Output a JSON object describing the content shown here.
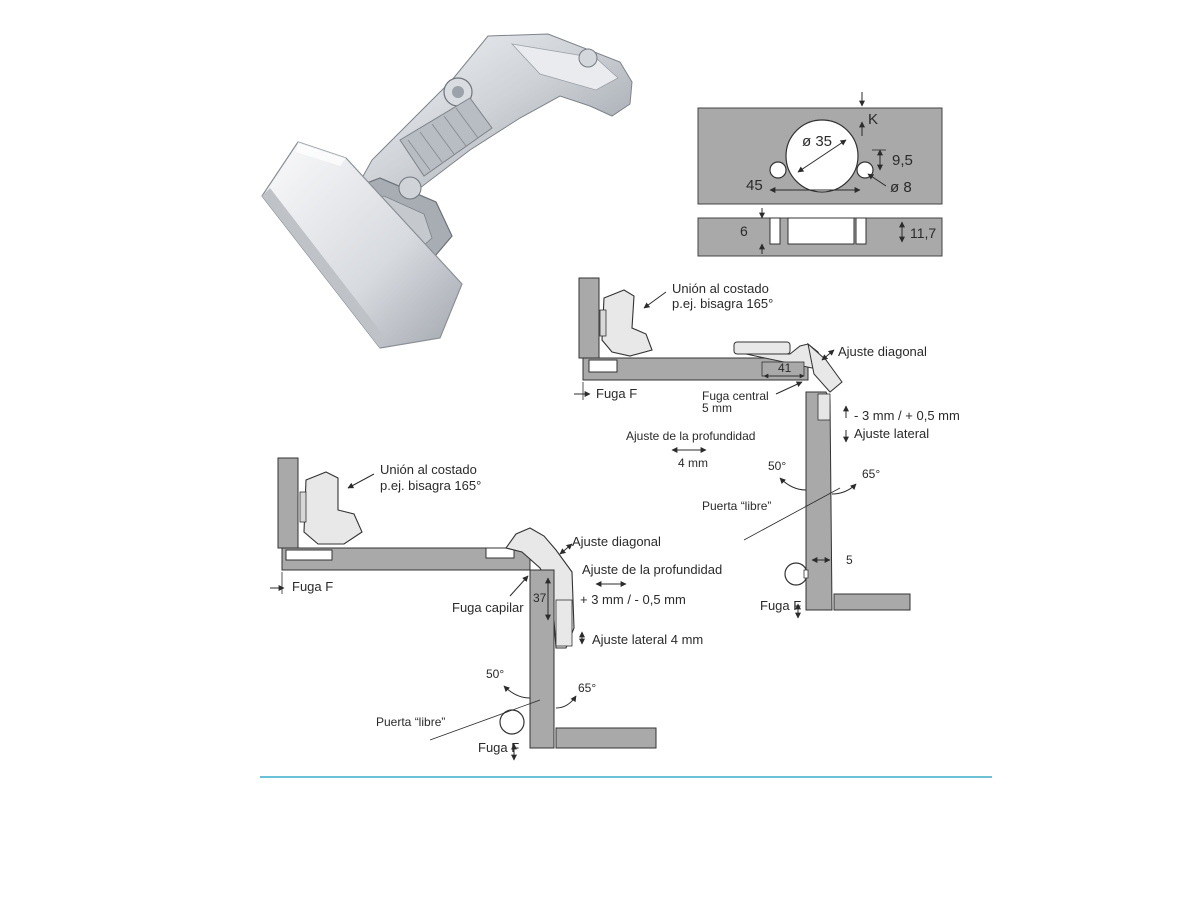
{
  "colors": {
    "panel": "#a9a9a9",
    "panel_dark": "#8e8e8e",
    "line": "#2b2b2b",
    "accent_rule": "#3aaec8",
    "metal_light": "#eef0f2",
    "metal_mid": "#c9cdd2",
    "metal_dark": "#8c9198"
  },
  "drilling": {
    "cup_diameter": "ø 35",
    "k_label": "K",
    "offset_45": "45",
    "height_9_5": "9,5",
    "hole_diameter": "ø 8",
    "depth_6": "6",
    "depth_11_7": "11,7"
  },
  "top_diagram": {
    "side_joint_line1": "Unión al costado",
    "side_joint_line2": "p.ej. bisagra 165°",
    "diagonal_adjust": "Ajuste diagonal",
    "dim_41": "41",
    "fuga_f": "Fuga F",
    "central_gap_line1": "Fuga central",
    "central_gap_line2": "5 mm",
    "lateral_range": "- 3 mm / + 0,5 mm",
    "lateral_adjust": "Ajuste lateral",
    "depth_adjust": "Ajuste de la profundidad",
    "depth_value": "4 mm",
    "angle_50": "50°",
    "angle_65": "65°",
    "free_door": "Puerta “libre”",
    "dim_5": "5",
    "fuga_bottom": "Fuga F"
  },
  "bottom_diagram": {
    "side_joint_line1": "Unión al costado",
    "side_joint_line2": "p.ej. bisagra 165°",
    "diagonal_adjust": "Ajuste diagonal",
    "depth_adjust": "Ajuste de la profundidad",
    "depth_range": "+ 3 mm / - 0,5 mm",
    "fuga_f": "Fuga F",
    "capillary_gap": "Fuga capilar",
    "dim_37": "37",
    "lateral_adjust": "Ajuste lateral 4 mm",
    "angle_50": "50°",
    "angle_65": "65°",
    "free_door": "Puerta “libre”",
    "fuga_bottom": "Fuga F"
  }
}
